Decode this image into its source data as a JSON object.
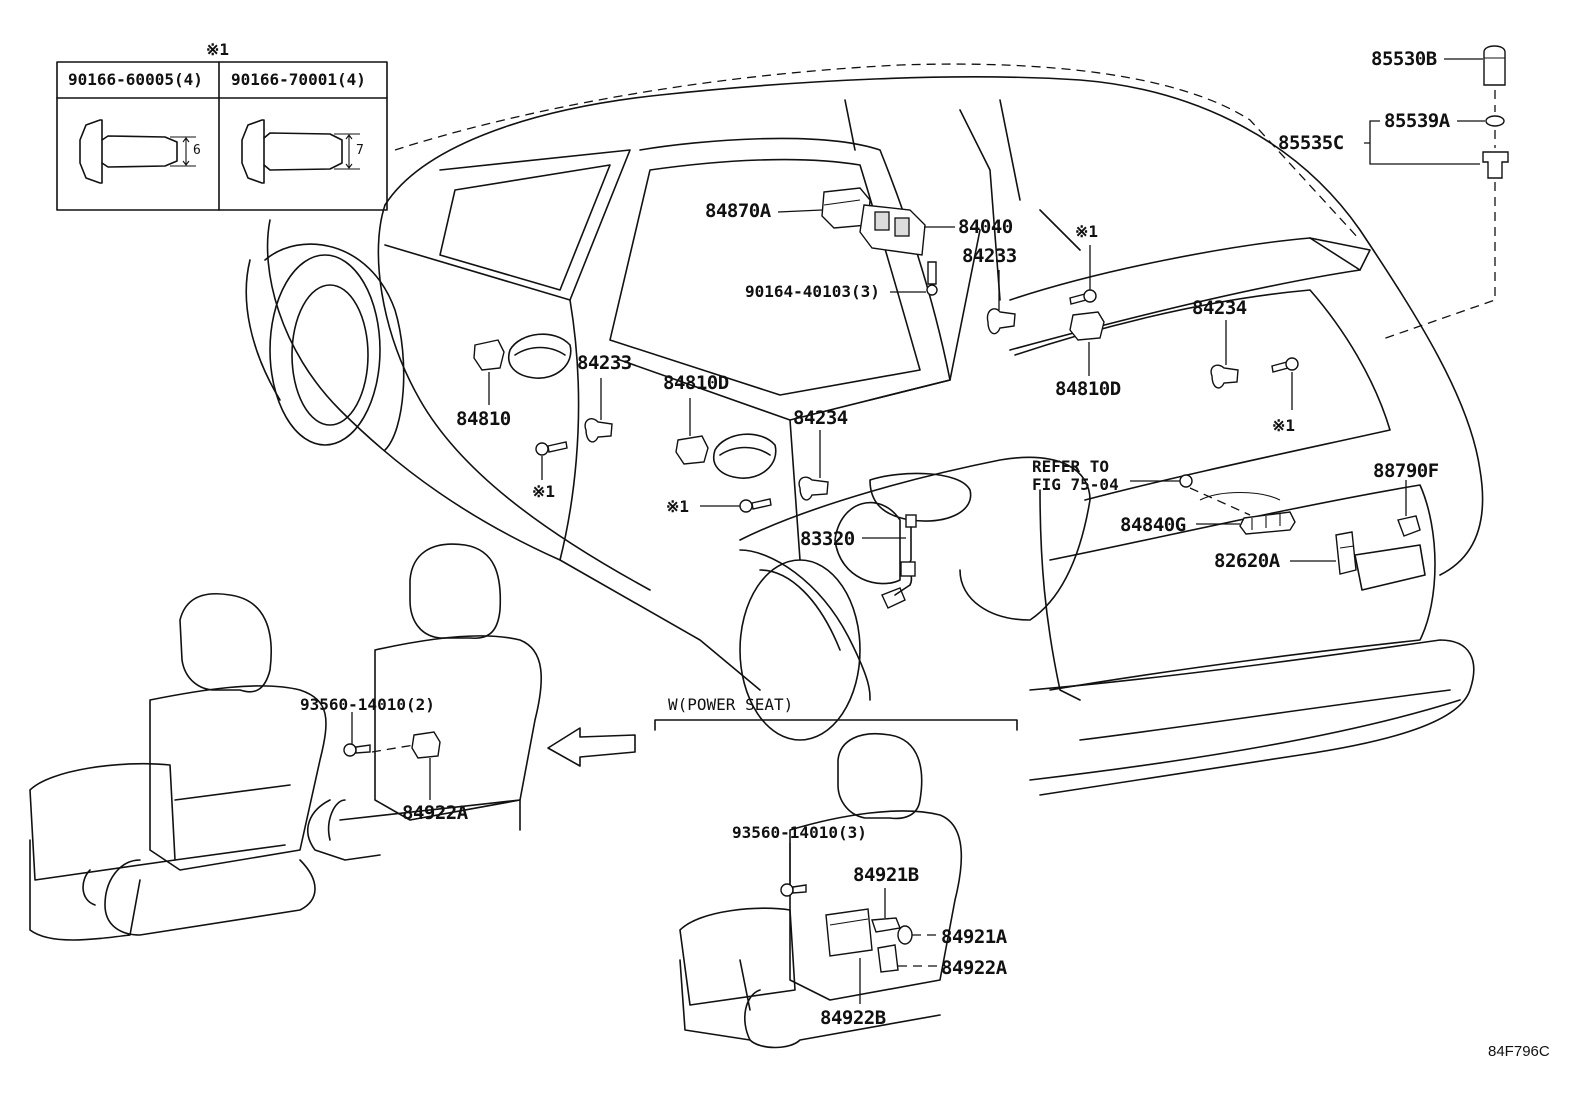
{
  "callout_box": {
    "marker": "※1",
    "items": [
      {
        "part_no": "90166-60005(4)",
        "dim": "6"
      },
      {
        "part_no": "90166-70001(4)",
        "dim": "7"
      }
    ]
  },
  "labels": {
    "p85530B": "85530B",
    "p85539A": "85539A",
    "p85535C": "85535C",
    "p84870A": "84870A",
    "p84040": "84040",
    "p84233_top": "84233",
    "p90164": "90164-40103(3)",
    "p84234_right": "84234",
    "p84810D_right": "84810D",
    "p84810": "84810",
    "p84233_left": "84233",
    "p84810D_mid": "84810D",
    "p84234_mid": "84234",
    "p83320": "83320",
    "p84840G": "84840G",
    "p82620A": "82620A",
    "p88790F": "88790F",
    "p93560_2": "93560-14010(2)",
    "p84922A_left": "84922A",
    "p93560_3": "93560-14010(3)",
    "p84921B": "84921B",
    "p84921A": "84921A",
    "p84922A_right": "84922A",
    "p84922B": "84922B"
  },
  "markers": {
    "m_top_right": "※1",
    "m_right_lower": "※1",
    "m_left": "※1",
    "m_mid": "※1"
  },
  "refer": {
    "line1": "REFER TO",
    "line2": "FIG 75-04"
  },
  "power_seat_label": "W(POWER SEAT)",
  "figure_id": "84F796C"
}
